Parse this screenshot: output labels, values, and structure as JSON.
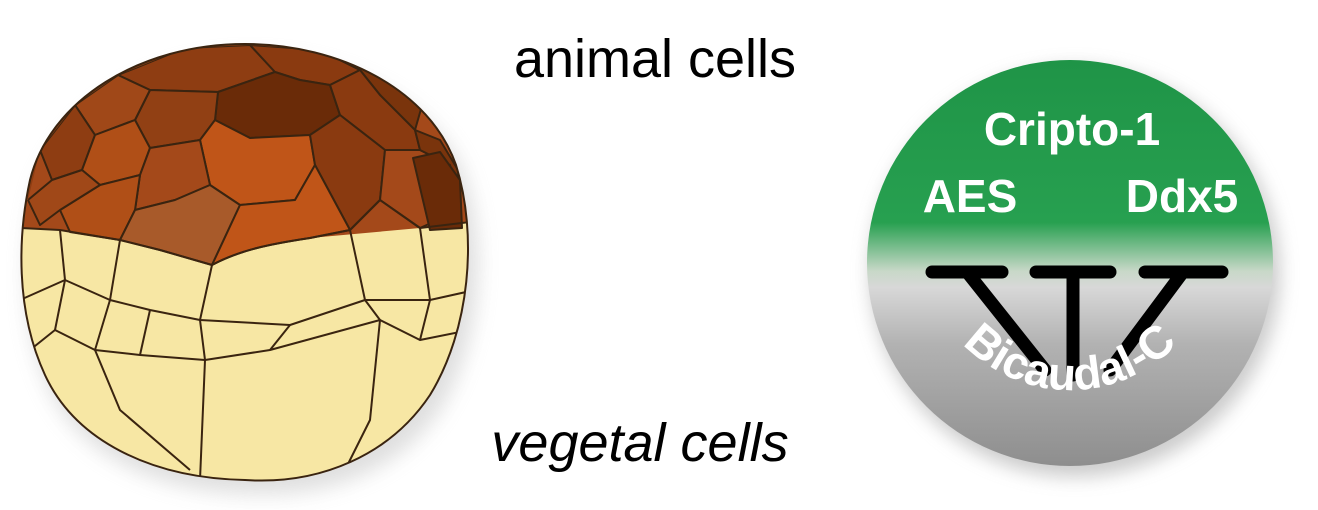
{
  "labels": {
    "animal_cells": "animal cells",
    "vegetal_cells": "vegetal cells"
  },
  "disk": {
    "top_genes": [
      "Cripto-1",
      "AES",
      "Ddx5"
    ],
    "bottom_gene": "Bicaudal-C",
    "inhibition_count": 3
  },
  "colors": {
    "animal_dark": "#7a340c",
    "animal_mid": "#a4491a",
    "animal_light": "#c05518",
    "vegetal": "#f7e7a4",
    "cell_border": "#3a2410",
    "disk_green": "#1f9447",
    "disk_gray": "#9b9b9b",
    "text_white": "#ffffff",
    "inhibitor": "#000000"
  }
}
